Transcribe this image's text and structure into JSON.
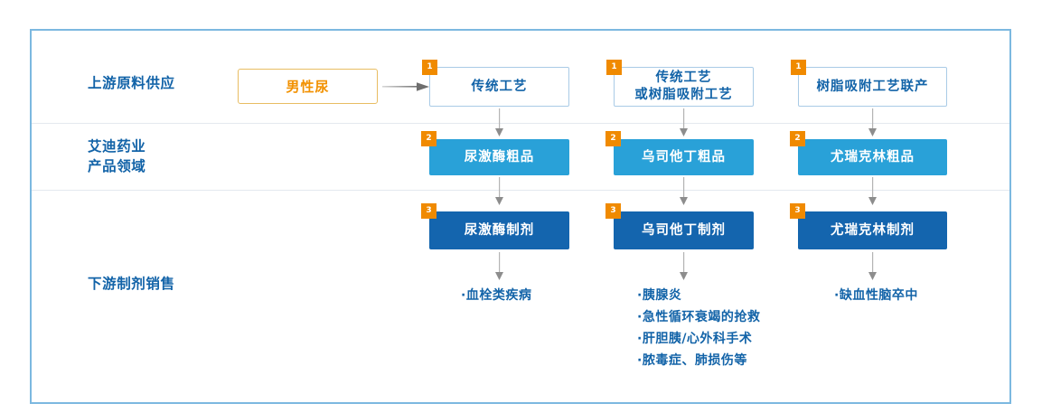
{
  "diagram": {
    "title": "艾迪药业产业链流程图",
    "colors": {
      "panel_border": "#7cb8e0",
      "divider": "#e4e9ef",
      "label_blue": "#1263a8",
      "source_border": "#e8bd62",
      "source_text": "#f29100",
      "tier1_border": "#a9cbe6",
      "tier2_fill": "#29a1d8",
      "tier3_fill": "#1465ae",
      "badge_orange": "#f08a00",
      "arrow_gray": "#8d8d8d"
    },
    "stages": [
      {
        "label": "上游原料供应"
      },
      {
        "label": "艾迪药业\n产品领域"
      },
      {
        "label": "下游制剂销售"
      }
    ],
    "source": {
      "label": "男性尿",
      "arrow": "arrow-right"
    },
    "columns": [
      {
        "key": "urokinase",
        "tier1": {
          "badge": "1",
          "label": "传统工艺"
        },
        "tier2": {
          "badge": "2",
          "label": "尿激酶粗品"
        },
        "tier3": {
          "badge": "3",
          "label": "尿激酶制剂"
        },
        "indications": [
          "·血栓类疾病"
        ]
      },
      {
        "key": "ulinastatin",
        "tier1": {
          "badge": "1",
          "label": "传统工艺\n或树脂吸附工艺"
        },
        "tier2": {
          "badge": "2",
          "label": "乌司他丁粗品"
        },
        "tier3": {
          "badge": "3",
          "label": "乌司他丁制剂"
        },
        "indications": [
          "·胰腺炎",
          "·急性循环衰竭的抢救",
          "·肝胆胰/心外科手术",
          "·脓毒症、肺损伤等"
        ]
      },
      {
        "key": "urinary-kallidinogenase",
        "tier1": {
          "badge": "1",
          "label": "树脂吸附工艺联产"
        },
        "tier2": {
          "badge": "2",
          "label": "尤瑞克林粗品"
        },
        "tier3": {
          "badge": "3",
          "label": "尤瑞克林制剂"
        },
        "indications": [
          "·缺血性脑卒中"
        ]
      }
    ]
  }
}
